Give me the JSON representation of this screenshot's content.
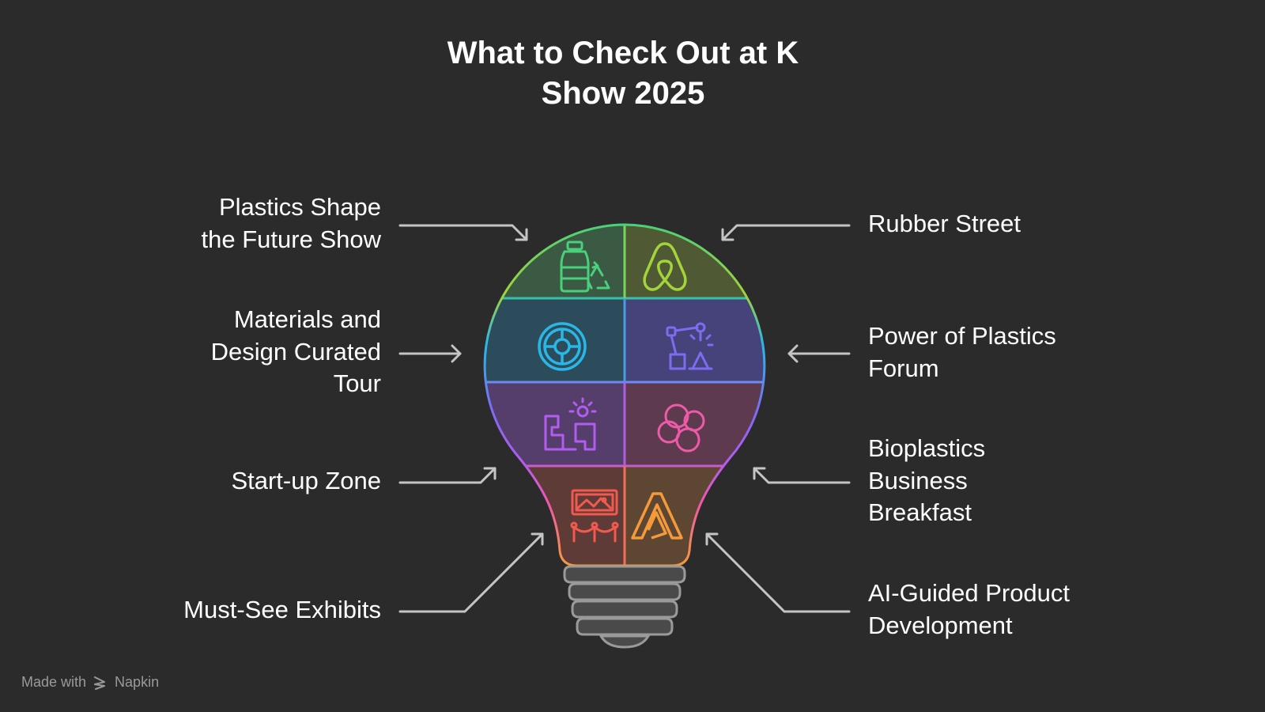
{
  "title": {
    "line1": "What to Check Out at K",
    "line2": "Show 2025"
  },
  "items": [
    {
      "lines": [
        "Plastics Shape",
        "the Future Show"
      ],
      "icon": "recycle-bottle-icon",
      "color": "#4ad07a"
    },
    {
      "lines": [
        "Rubber Street"
      ],
      "icon": "airbnb-icon",
      "color": "#a3d43a"
    },
    {
      "lines": [
        "Materials and",
        "Design Curated",
        "Tour"
      ],
      "icon": "wheel-icon",
      "color": "#29b7e6"
    },
    {
      "lines": [
        "Power of Plastics",
        "Forum"
      ],
      "icon": "robot-arm-icon",
      "color": "#7d6cf2"
    },
    {
      "lines": [
        "Start-up Zone"
      ],
      "icon": "startup-desk-icon",
      "color": "#b35cf0"
    },
    {
      "lines": [
        "Bioplastics",
        "Business",
        "Breakfast"
      ],
      "icon": "bio-cluster-icon",
      "color": "#ee5aa8"
    },
    {
      "lines": [
        "Must-See Exhibits"
      ],
      "icon": "exhibit-icon",
      "color": "#f25a4f"
    },
    {
      "lines": [
        "AI-Guided Product",
        "Development"
      ],
      "icon": "ai-logo-icon",
      "color": "#f59a3a"
    }
  ],
  "footer": {
    "made_with": "Made with",
    "brand": "Napkin"
  }
}
